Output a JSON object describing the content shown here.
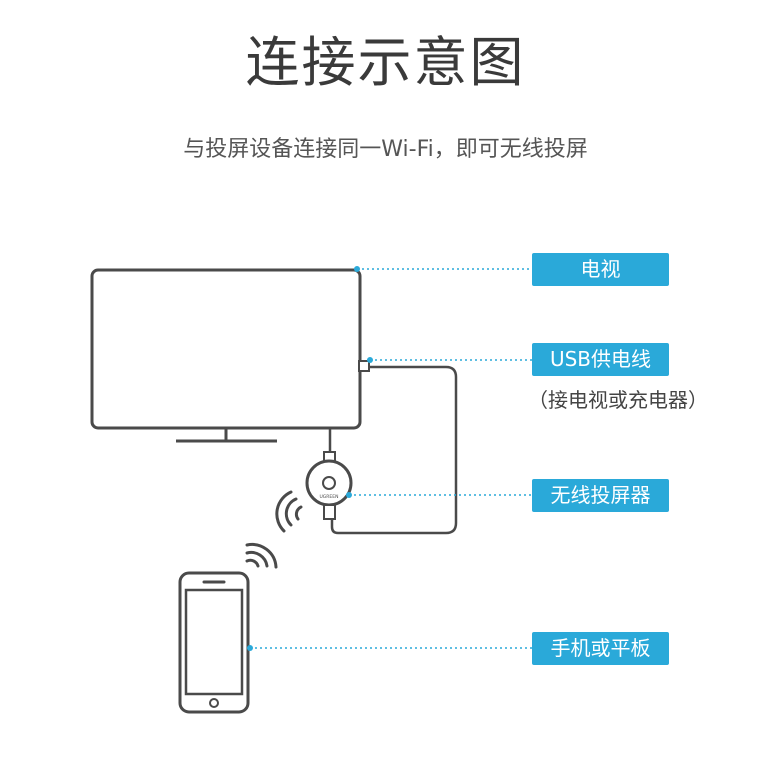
{
  "title": "连接示意图",
  "subtitle": "与投屏设备连接同一Wi-Fi，即可无线投屏",
  "labels": {
    "tv": "电视",
    "usb": "USB供电线",
    "usb_note": "（接电视或充电器）",
    "dongle": "无线投屏器",
    "phone": "手机或平板"
  },
  "dongle_brand": "UGREEN",
  "colors": {
    "accent": "#2aa9d9",
    "outline": "#4a4a4a",
    "title": "#3a3a3a"
  },
  "icons": [
    "tv-icon",
    "usb-cable-icon",
    "dongle-icon",
    "phone-icon",
    "wifi-signal-icon"
  ]
}
